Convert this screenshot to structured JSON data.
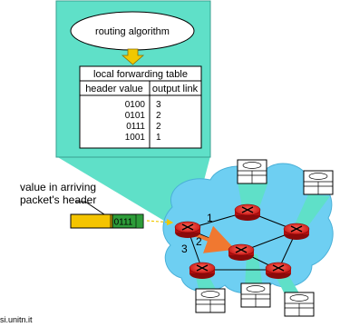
{
  "router_panel": {
    "algorithm_label": "routing algorithm",
    "table_title": "local forwarding table",
    "col_header_value": "header value",
    "col_output_link": "output link",
    "rows": [
      {
        "header": "0100",
        "link": "3"
      },
      {
        "header": "0101",
        "link": "2"
      },
      {
        "header": "0111",
        "link": "2"
      },
      {
        "header": "1001",
        "link": "1"
      }
    ]
  },
  "annotation": {
    "line1": "value in arriving",
    "line2": "packet's header"
  },
  "packet": {
    "header_value": "0111"
  },
  "links": {
    "link1": "1",
    "link2": "2",
    "link3": "3"
  },
  "footer": {
    "source": "si.unitn.it"
  },
  "colors": {
    "panel": "#5fe0c8",
    "cloud": "#6ecff2",
    "router": "#e02020",
    "packet_body": "#f4c400",
    "packet_header": "#2d9c39",
    "arrow": "#f0c800",
    "flow_arrow": "#f07830"
  }
}
